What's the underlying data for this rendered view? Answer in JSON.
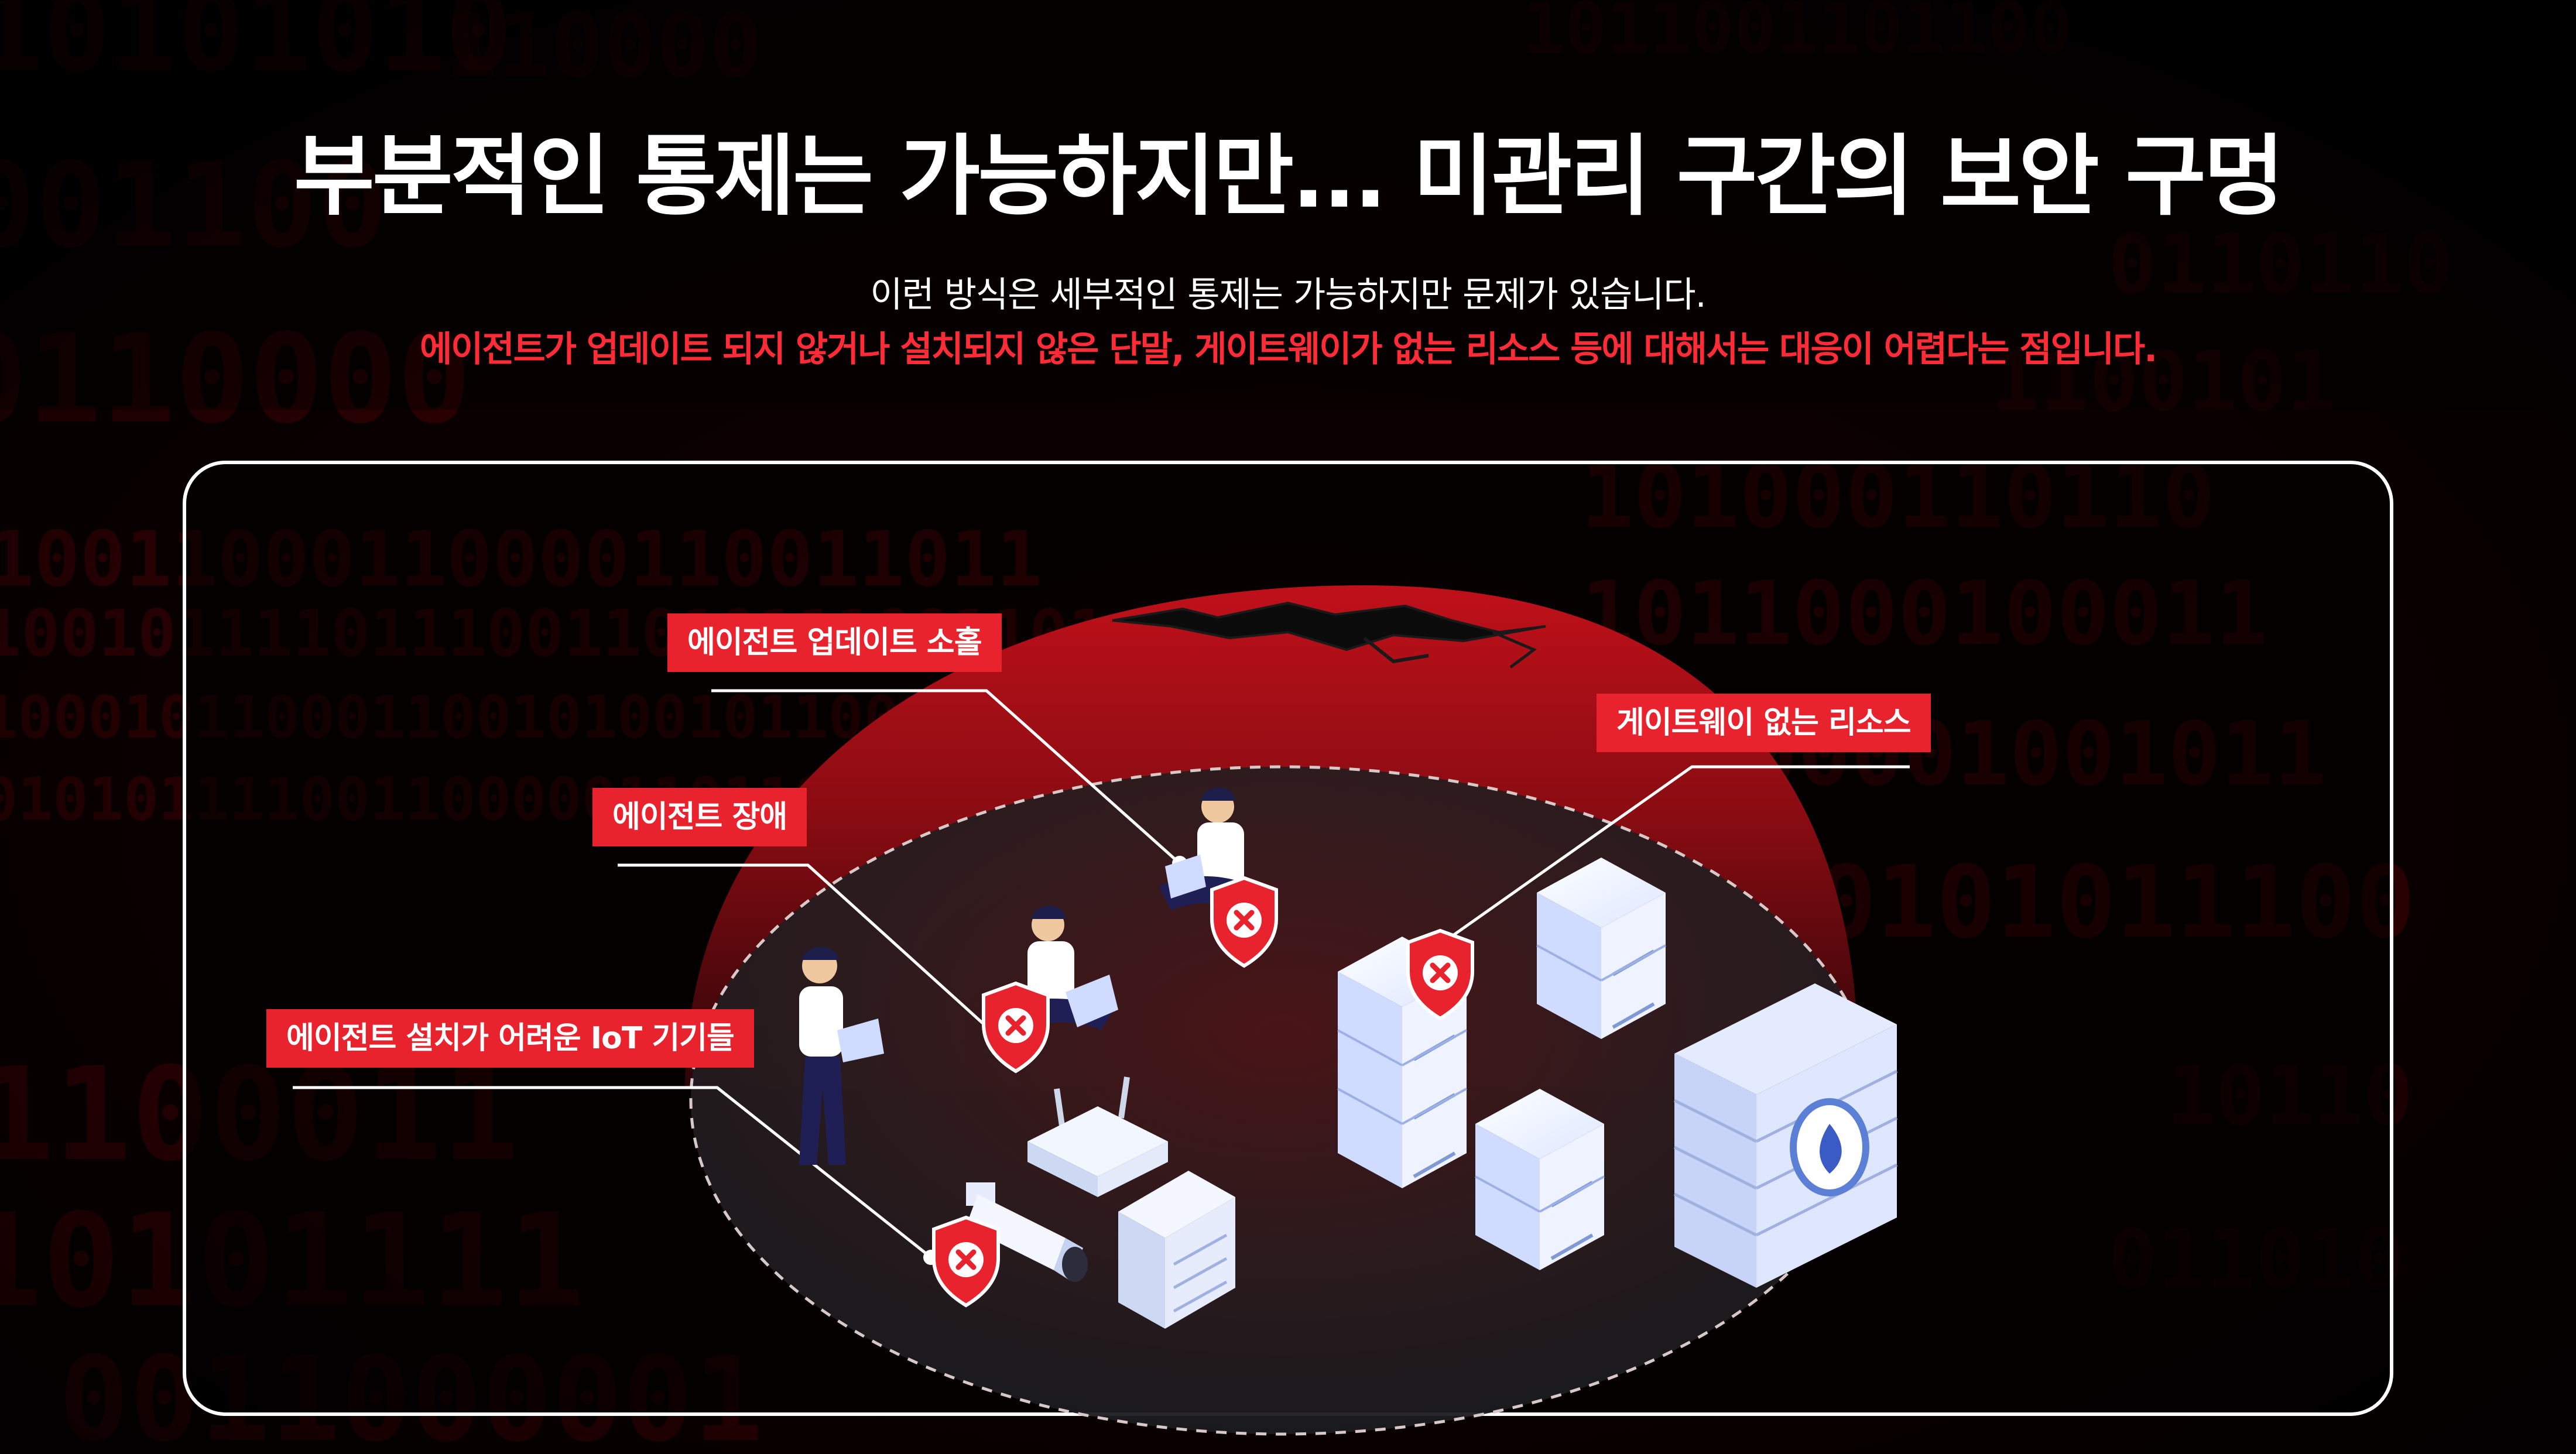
{
  "title": "부분적인 통제는 가능하지만... 미관리 구간의 보안 구멍",
  "subtitle_line1": "이런 방식은 세부적인 통제는 가능하지만 문제가 있습니다.",
  "subtitle_line2": "에이전트가 업데이트 되지 않거나 설치되지 않은 단말, 게이트웨이가 없는 리소스 등에 대해서는 대응이 어렵다는 점입니다.",
  "callouts": [
    {
      "label": "에이전트 업데이트 소홀"
    },
    {
      "label": "에이전트 장애"
    },
    {
      "label": "에이전트 설치가 어려운 IoT 기기들"
    },
    {
      "label": "게이트웨이 없는 리소스"
    }
  ],
  "colors": {
    "accent_red": "#e8232e",
    "title_white": "#ffffff",
    "background": "#050000",
    "dome_red": "#9a0d14",
    "server_blue": "#cfe0ff"
  },
  "icons": [
    "shield-x-icon",
    "server-stack-icon",
    "firewall-icon",
    "cctv-camera-icon",
    "wifi-router-icon",
    "printer-icon",
    "person-laptop-icon"
  ]
}
